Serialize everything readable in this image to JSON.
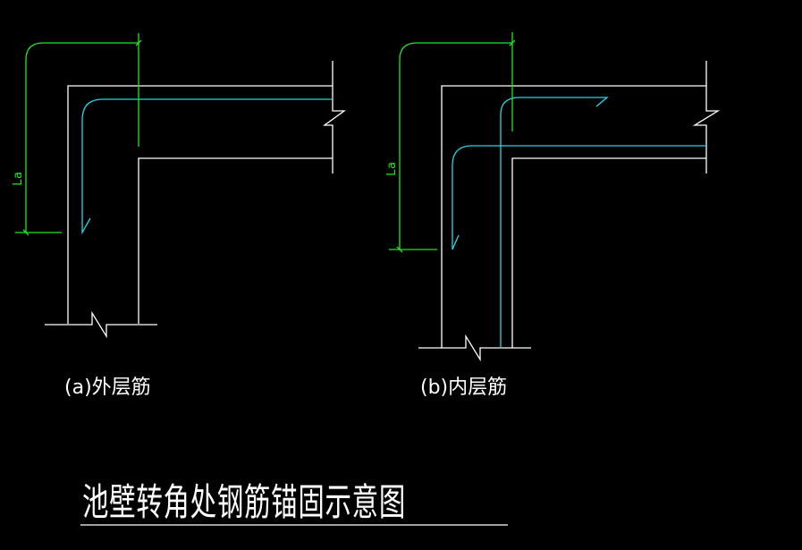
{
  "drawing": {
    "title": "池壁转角处钢筋锚固示意图",
    "colors": {
      "background": "#000000",
      "wall_outline": "#ffffff",
      "rebar": "#22d8e6",
      "dimension": "#22e622"
    },
    "diagram_a": {
      "caption": "(a)外层筋",
      "dimension_label": "La"
    },
    "diagram_b": {
      "caption": "(b)内层筋",
      "dimension_label": "La"
    }
  }
}
